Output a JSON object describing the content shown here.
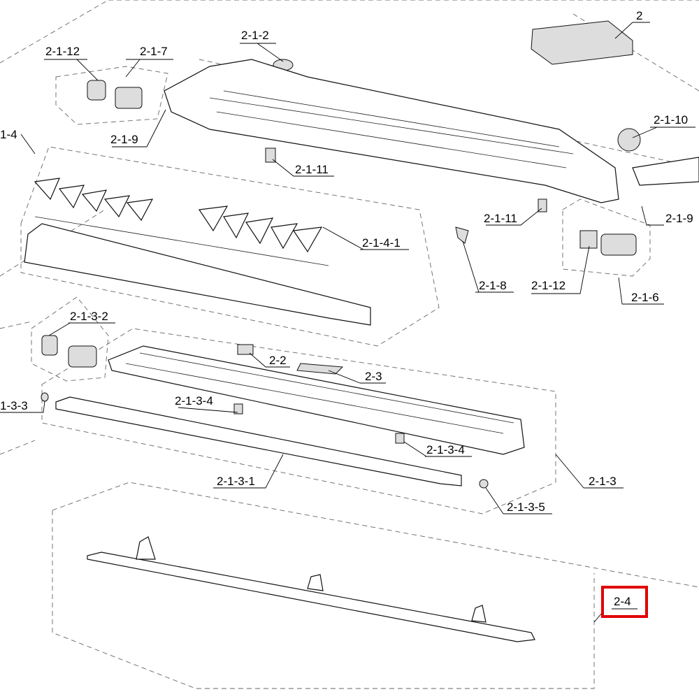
{
  "diagram": {
    "highlight_color": "#e00000",
    "labels": {
      "l_2": "2",
      "l_2_1_2": "2-1-2",
      "l_2_1_12_a": "2-1-12",
      "l_2_1_7": "2-1-7",
      "l_2_1_9_a": "2-1-9",
      "l_2_1_10": "2-1-10",
      "l_1_4": "1-4",
      "l_2_1_11_a": "2-1-11",
      "l_2_1_11_b": "2-1-11",
      "l_2_1_9_b": "2-1-9",
      "l_2_1_4_1": "2-1-4-1",
      "l_2_1_8": "2-1-8",
      "l_2_1_12_b": "2-1-12",
      "l_2_1_6": "2-1-6",
      "l_2_1_3_2": "2-1-3-2",
      "l_2_2": "2-2",
      "l_2_3": "2-3",
      "l_2_1_3_4_a": "2-1-3-4",
      "l_1_3_3": "1-3-3",
      "l_2_1_3_4_b": "2-1-3-4",
      "l_2_1_3_1": "2-1-3-1",
      "l_2_1_3": "2-1-3",
      "l_2_1_3_5": "2-1-3-5",
      "l_2_4": "2-4"
    }
  }
}
